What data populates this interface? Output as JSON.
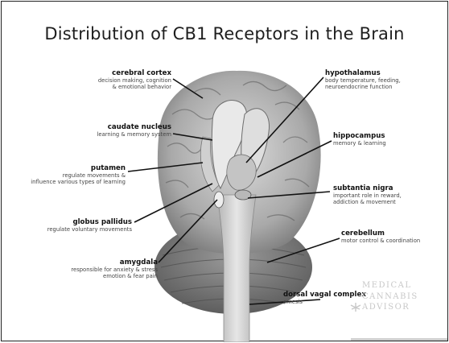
{
  "title": "Distribution of CB1 Receptors in the Brain",
  "regions": {
    "cerebral_cortex": {
      "name": "cerebral cortex",
      "desc": [
        "decision making, cognition",
        "& emotional behavior"
      ]
    },
    "caudate_nucleus": {
      "name": "caudate nucleus",
      "desc": [
        "learning & memory system"
      ]
    },
    "putamen": {
      "name": "putamen",
      "desc": [
        "regulate movements &",
        "influence various types of learning"
      ]
    },
    "globus_pallidus": {
      "name": "globus pallidus",
      "desc": [
        "regulate voluntary movements"
      ]
    },
    "amygdala": {
      "name": "amygdala",
      "desc": [
        "responsible for anxiety & stress",
        "emotion & fear pain"
      ]
    },
    "hypothalamus": {
      "name": "hypothalamus",
      "desc": [
        "body temperature, feeding,",
        "neuroendocrine function"
      ]
    },
    "hippocampus": {
      "name": "hippocampus",
      "desc": [
        "memory & learning"
      ]
    },
    "substantia_nigra": {
      "name": "subtantia nigra",
      "desc": [
        "important role in reward,",
        "addiction & movement"
      ]
    },
    "cerebellum": {
      "name": "cerebellum",
      "desc": [
        "motor control & coordination"
      ]
    },
    "dorsal_vagal_complex": {
      "name": "dorsal vagal complex",
      "desc": [
        "emesis"
      ]
    }
  },
  "watermark": [
    "MEDICAL",
    "CANNABIS",
    "ADVISOR"
  ]
}
